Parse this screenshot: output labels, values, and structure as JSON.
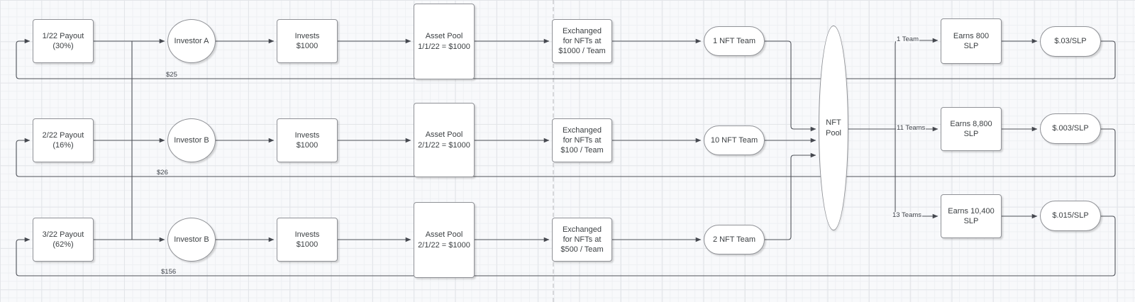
{
  "colors": {
    "edge": "#50535a",
    "node_border": "#8f9196",
    "node_fill": "#ffffff",
    "text": "#3c4043",
    "canvas": "#f8f9fb",
    "grid_minor": "#eef0f3",
    "grid_major": "#e3e5e9",
    "page_guide": "#bcbcc0"
  },
  "pool": {
    "label": "NFT\nPool"
  },
  "rows": [
    {
      "payout": "1/22 Payout\n(30%)",
      "investor": "Investor A",
      "invests": "Invests\n$1000",
      "asset_pool": "Asset Pool\n1/1/22 = $1000",
      "exchanged": "Exchanged\nfor NFTs at\n$1000 / Team",
      "nft_team": "1 NFT Team",
      "payout_amount": "$25",
      "teams_label": "1 Team",
      "earns": "Earns 800\nSLP",
      "slp_rate": "$.03/SLP"
    },
    {
      "payout": "2/22 Payout\n(16%)",
      "investor": "Investor B",
      "invests": "Invests\n$1000",
      "asset_pool": "Asset Pool\n2/1/22 = $1000",
      "exchanged": "Exchanged\nfor NFTs at\n$100 / Team",
      "nft_team": "10 NFT Team",
      "payout_amount": "$26",
      "teams_label": "11 Teams",
      "earns": "Earns 8,800\nSLP",
      "slp_rate": "$.003/SLP"
    },
    {
      "payout": "3/22 Payout\n(62%)",
      "investor": "Investor B",
      "invests": "Invests\n$1000",
      "asset_pool": "Asset Pool\n2/1/22 = $1000",
      "exchanged": "Exchanged\nfor NFTs at\n$500 / Team",
      "nft_team": "2 NFT Team",
      "payout_amount": "$156",
      "teams_label": "13 Teams",
      "earns": "Earns 10,400\nSLP",
      "slp_rate": "$.015/SLP"
    }
  ]
}
